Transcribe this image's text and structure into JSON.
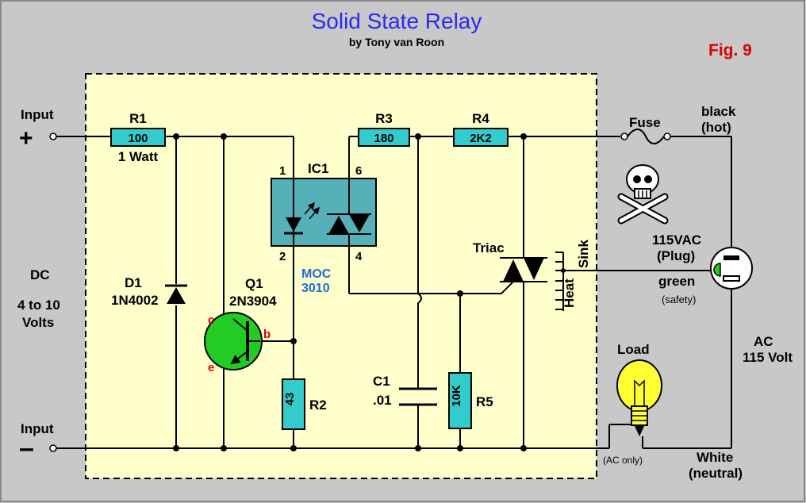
{
  "title": "Solid State Relay",
  "subtitle": "by Tony van Roon",
  "figure": "Fig. 9",
  "colors": {
    "background": "#c8c8c8",
    "module": "#ffffcc",
    "component": "#33cccc",
    "title": "#2a2aee",
    "figure": "#ee0000",
    "moc": "#1e6bd6",
    "transistor": "#22cc22",
    "bulb": "#ffff33"
  },
  "labels": {
    "input_top": "Input",
    "plus": "+",
    "input_bottom": "Input",
    "minus": "–",
    "dc": "DC",
    "dc_range_1": "4 to 10",
    "dc_range_2": "Volts",
    "r1": "R1",
    "r1_value": "100",
    "r1_watt": "1 Watt",
    "d1": "D1",
    "d1_part": "1N4002",
    "q1": "Q1",
    "q1_part": "2N3904",
    "pin_c": "c",
    "pin_b": "b",
    "pin_e": "e",
    "r2": "R2",
    "r2_value": "43",
    "ic1": "IC1",
    "pin1": "1",
    "pin2": "2",
    "pin4": "4",
    "pin6": "6",
    "moc_1": "MOC",
    "moc_2": "3010",
    "r3": "R3",
    "r3_value": "180",
    "r4": "R4",
    "r4_value": "2K2",
    "c1": "C1",
    "c1_value": ".01",
    "r5": "R5",
    "r5_value": "10K",
    "triac": "Triac",
    "heat_sink_1": "Heat",
    "heat_sink_2": "Sink",
    "fuse": "Fuse",
    "black": "black",
    "hot": "(hot)",
    "plug_1": "115VAC",
    "plug_2": "(Plug)",
    "green": "green",
    "safety": "(safety)",
    "ac": "AC",
    "ac_volt": "115 Volt",
    "load": "Load",
    "ac_only": "(AC only)",
    "white": "White",
    "neutral": "(neutral)"
  }
}
